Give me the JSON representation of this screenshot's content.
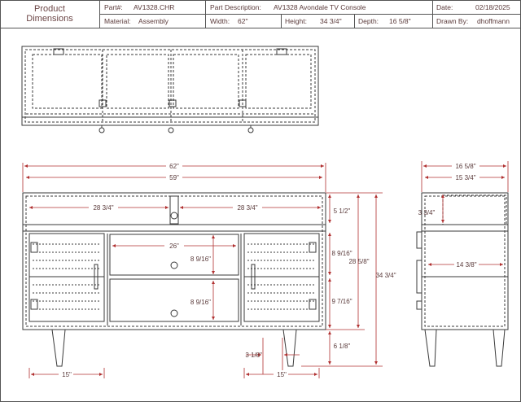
{
  "title_block": {
    "title_line1": "Product",
    "title_line2": "Dimensions",
    "part_label": "Part#:",
    "part_value": "AV1328.CHR",
    "material_label": "Material:",
    "material_value": "Assembly",
    "desc_label": "Part Description:",
    "desc_value": "AV1328 Avondale TV Console",
    "width_label": "Width:",
    "width_value": "62\"",
    "height_label": "Height:",
    "height_value": "34 3/4\"",
    "depth_label": "Depth:",
    "depth_value": "16 5/8\"",
    "date_label": "Date:",
    "date_value": "02/18/2025",
    "drawn_label": "Drawn By:",
    "drawn_value": "dhoffmann"
  },
  "front_view": {
    "overall_width": "62\"",
    "top_width": "59\"",
    "top_compartment_left": "28 3/4\"",
    "top_compartment_right": "28 3/4\"",
    "center_width": "26\"",
    "drawer_upper_height": "8 9/16\"",
    "drawer_lower_height": "8 9/16\"",
    "top_shelf_height": "5 1/2\"",
    "door_upper_height": "8 9/16\"",
    "door_lower_height": "9 7/16\"",
    "leg_height": "6 1/8\"",
    "body_height": "28 5/8\"",
    "overall_height": "34 3/4\"",
    "leg_inset": "3 1/8\"",
    "left_door_width": "15\"",
    "right_door_width": "15\""
  },
  "side_view": {
    "overall_depth": "16 5/8\"",
    "inner_depth": "15 3/4\"",
    "top_height": "3 3/4\"",
    "shelf_depth": "14 3/8\""
  },
  "colors": {
    "line": "#3a3a3a",
    "dimension": "#b03030",
    "border": "#555555"
  }
}
